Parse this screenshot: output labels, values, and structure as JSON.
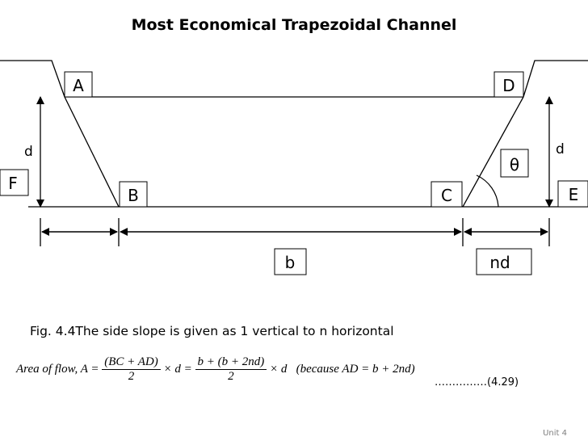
{
  "title": "Most Economical Trapezoidal Channel",
  "labels": {
    "A": "A",
    "B": "B",
    "C": "C",
    "D": "D",
    "E": "E",
    "F": "F",
    "d_left": "d",
    "d_right": "d",
    "theta": "θ",
    "b": "b",
    "nd": "nd"
  },
  "caption": "Fig. 4.4The side slope is given as 1 vertical to n horizontal",
  "formula": {
    "lhs": "Area of flow, A =",
    "frac1_num": "(BC + AD)",
    "frac1_den": "2",
    "times_d1": "× d =",
    "frac2_num": "b + (b + 2nd)",
    "frac2_den": "2",
    "times_d2": "× d",
    "note": "(because AD = b + 2nd)"
  },
  "equation_number": "……………(4.29)",
  "footer": "Unit 4"
}
